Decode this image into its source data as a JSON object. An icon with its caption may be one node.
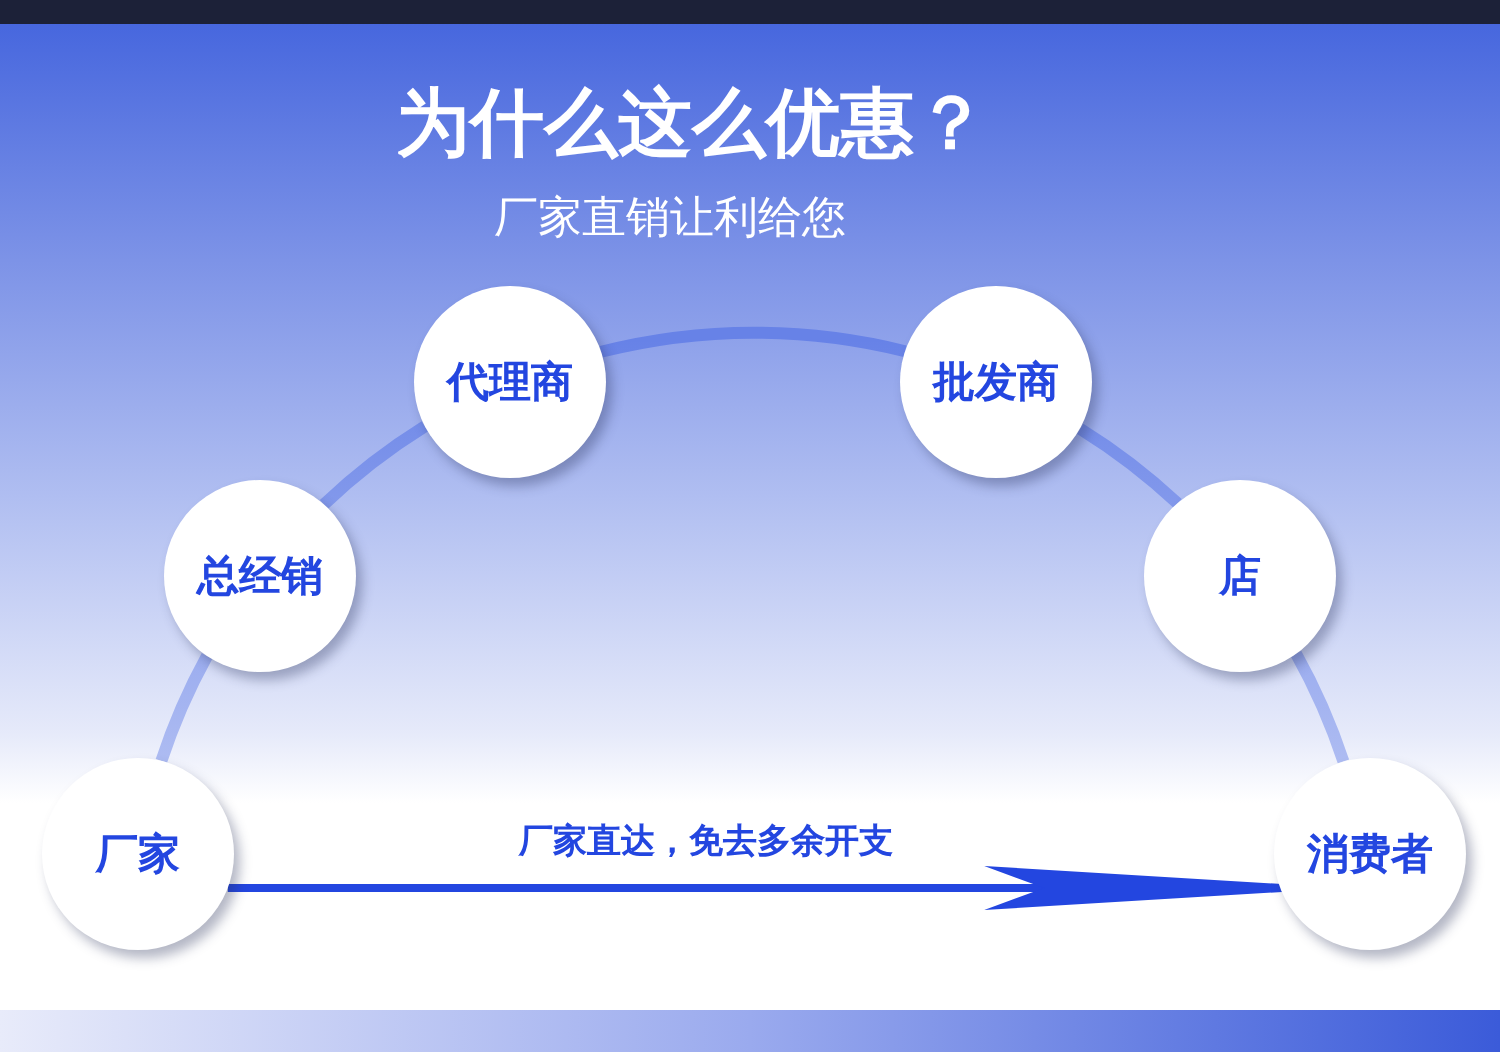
{
  "diagram": {
    "title": "为什么这么优惠？",
    "nodes": [
      {
        "text": [
          "厂家"
        ]
      },
      {
        "text": [
          "总经销"
        ]
      },
      {
        "text": [
          "代理商"
        ]
      },
      {
        "text": [
          "批发商"
        ]
      },
      {
        "text": [
          "店"
        ]
      },
      {
        "text": [
          "消费者"
        ]
      }
    ],
    "edges": [
      {
        "from": 0,
        "to": 1,
        "arrow": "none"
      },
      {
        "from": 1,
        "to": 2,
        "arrow": "none"
      },
      {
        "from": 2,
        "to": 3,
        "arrow": "none"
      },
      {
        "from": 3,
        "to": 4,
        "arrow": "none"
      },
      {
        "from": 4,
        "to": 5,
        "arrow": "none"
      },
      {
        "from": 0,
        "to": 5,
        "arrow": "to",
        "label": "厂家直达，免去多余开支",
        "color": "#2346e0"
      }
    ],
    "labels": [
      "厂家直销让利给您"
    ]
  }
}
